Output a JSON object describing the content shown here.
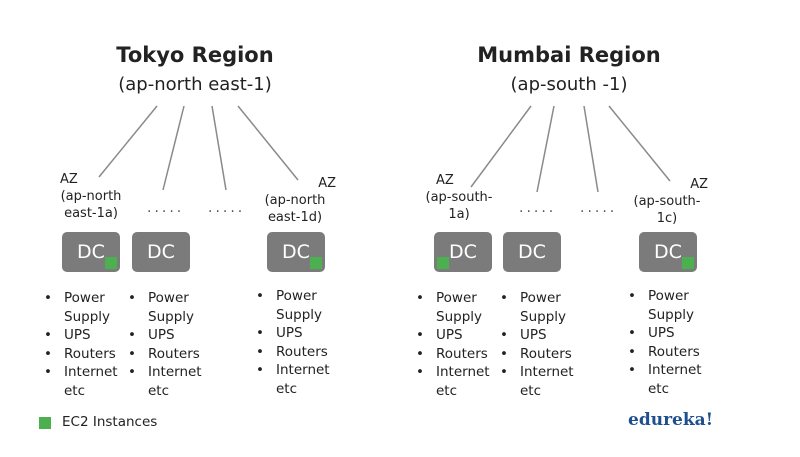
{
  "regions": [
    {
      "title": "Tokyo Region",
      "code": "(ap-north east-1)",
      "az_first": [
        "AZ",
        "(ap-north",
        "east-1a)"
      ],
      "az_last": [
        "AZ",
        "(ap-north",
        "east-1d)"
      ],
      "dots": "....."
    },
    {
      "title": "Mumbai Region",
      "code": "(ap-south -1)",
      "az_first": [
        "AZ",
        "(ap-south-",
        "1a)"
      ],
      "az_last": [
        "AZ",
        "(ap-south-",
        "1c)"
      ],
      "dots": "....."
    }
  ],
  "dc_label": "DC",
  "bullet": "•",
  "dc_items": [
    [
      "Power",
      "Supply"
    ],
    [
      "UPS"
    ],
    [
      "Routers"
    ],
    [
      "Internet",
      "etc"
    ]
  ],
  "legend": {
    "label": "EC2 Instances",
    "color": "#4caf50"
  },
  "brand": "edureka!",
  "colors": {
    "dc_box": "#7b7b7b",
    "ec2": "#4caf50",
    "brand": "#1f4f8f"
  }
}
